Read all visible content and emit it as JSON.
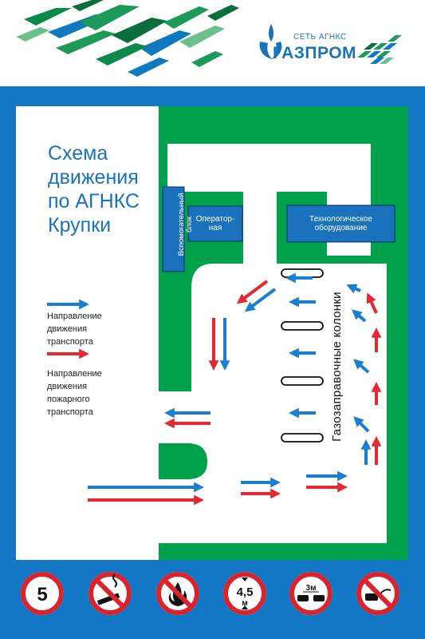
{
  "header": {
    "brand_small": "СЕТЬ АГНКС",
    "brand_main": "ГАЗПРОМ"
  },
  "title_lines": [
    "Схема",
    "движения",
    "по АГНКС",
    "Крупки"
  ],
  "legend": {
    "transport": [
      "Направление",
      "движения",
      "транспорта"
    ],
    "fire": [
      "Направление",
      "движения",
      "пожарного",
      "транспорта"
    ]
  },
  "buildings": {
    "auxiliary_lines": [
      "Вспомогательный",
      "блок"
    ],
    "operator_lines": [
      "Оператор-",
      "ная"
    ],
    "technological_lines": [
      "Технологическое",
      "оборудование"
    ]
  },
  "pumps_label": "Газозаправочные колонки",
  "signs": {
    "speed_limit": "5",
    "height_value": "4,5",
    "height_unit": "м",
    "distance_value": "3м"
  },
  "colors": {
    "board_blue": "#1277c4",
    "green": "#00a14b",
    "arrow_blue": "#1a7fd1",
    "arrow_red": "#e32a32",
    "sign_red": "#d9232d"
  }
}
